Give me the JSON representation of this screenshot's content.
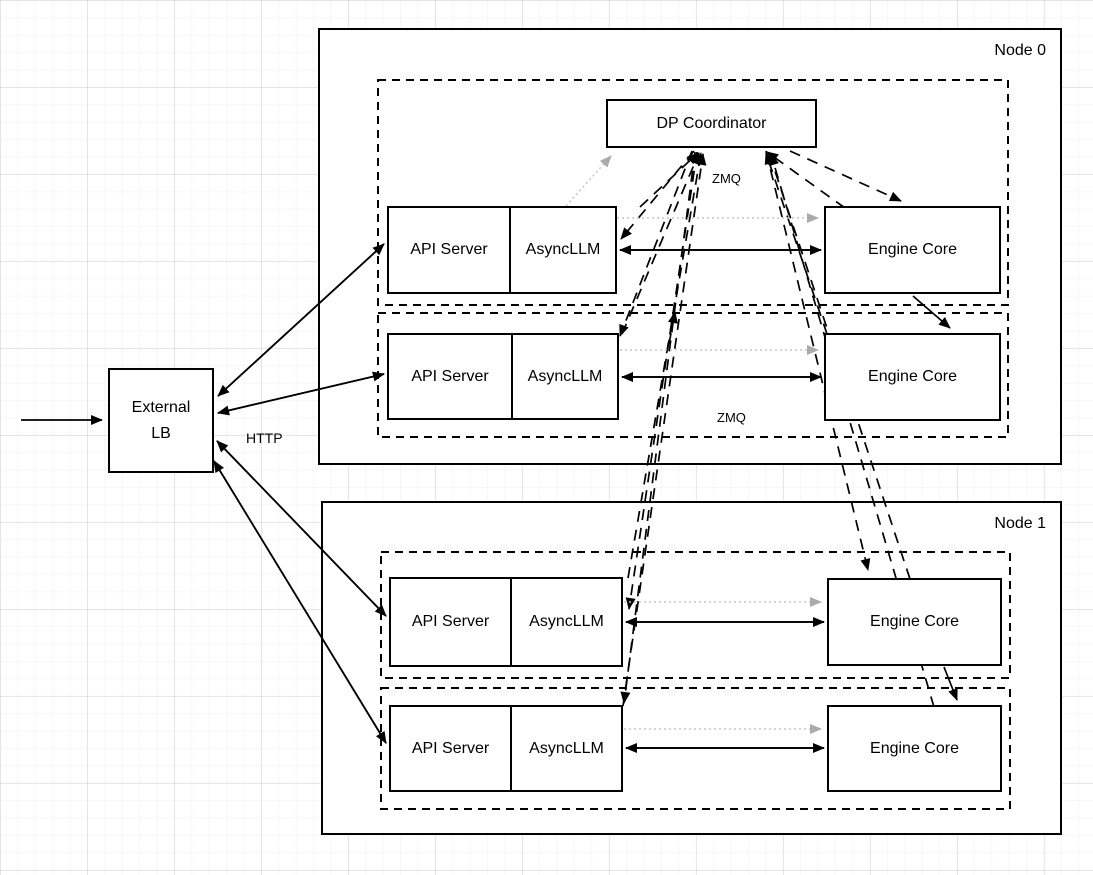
{
  "groups": {
    "node0": {
      "label": "Node 0"
    },
    "node1": {
      "label": "Node 1"
    }
  },
  "boxes": {
    "external_lb": {
      "lines": [
        "External",
        "LB"
      ]
    },
    "dp_coordinator": {
      "label": "DP Coordinator"
    },
    "api_server": {
      "label": "API Server"
    },
    "asyncllm": {
      "label": "AsyncLLM"
    },
    "engine_core": {
      "label": "Engine Core"
    }
  },
  "edge_labels": {
    "zmq_coordinator": "ZMQ",
    "zmq_row": "ZMQ",
    "http": "HTTP"
  },
  "colors": {
    "line": "#000000",
    "dotted_line": "#c6c6c6",
    "dotted_arrow": "#ababab",
    "box_background": "#ffffff"
  }
}
